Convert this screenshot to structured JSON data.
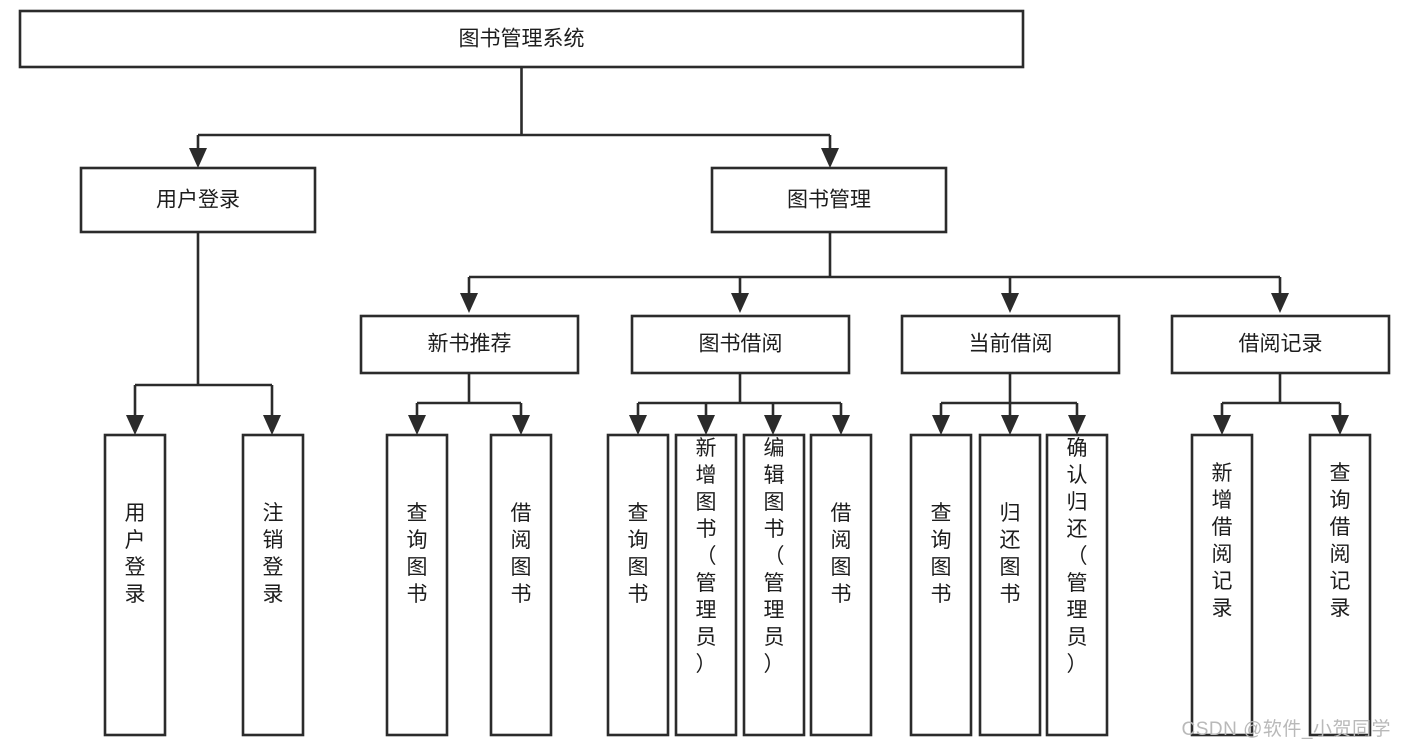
{
  "diagram": {
    "title": "图书管理系统",
    "watermark": "CSDN @软件_小贺同学",
    "type": "tree",
    "orientation": "top-down",
    "levels": 4,
    "colors": {
      "box_fill": "#ffffff",
      "box_stroke": "#2b2b2b",
      "text": "#1d1d1d",
      "watermark": "#b9b9b9",
      "background": "#ffffff"
    },
    "root": {
      "label": "图书管理系统"
    },
    "level2": [
      {
        "label": "用户登录"
      },
      {
        "label": "图书管理"
      }
    ],
    "level3": [
      {
        "label": "新书推荐"
      },
      {
        "label": "图书借阅"
      },
      {
        "label": "当前借阅"
      },
      {
        "label": "借阅记录"
      }
    ],
    "leaves": {
      "user_login": [
        {
          "label": "用户登录"
        },
        {
          "label": "注销登录"
        }
      ],
      "new_book_recommend": [
        {
          "label": "查询图书"
        },
        {
          "label": "借阅图书"
        }
      ],
      "book_borrow": [
        {
          "label": "查询图书"
        },
        {
          "label": "新增图书（管理员）"
        },
        {
          "label": "编辑图书（管理员）"
        },
        {
          "label": "借阅图书"
        }
      ],
      "current_borrow": [
        {
          "label": "查询图书"
        },
        {
          "label": "归还图书"
        },
        {
          "label": "确认归还（管理员）"
        }
      ],
      "borrow_record": [
        {
          "label": "新增借阅记录"
        },
        {
          "label": "查询借阅记录"
        }
      ]
    }
  }
}
